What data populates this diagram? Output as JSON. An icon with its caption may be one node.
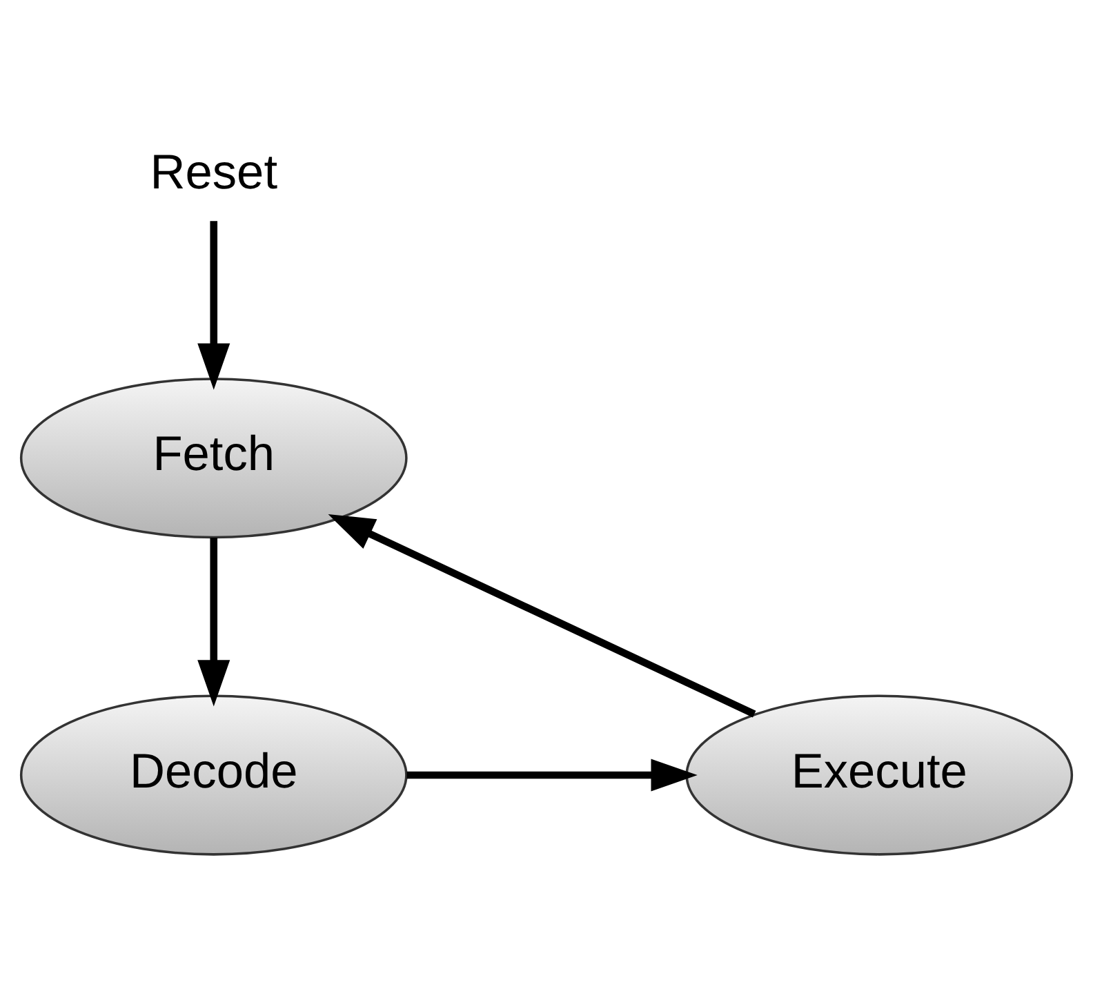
{
  "diagram": {
    "nodes": [
      {
        "text": [
          "Reset"
        ]
      },
      {
        "text": [
          "Fetch"
        ]
      },
      {
        "text": [
          "Decode"
        ]
      },
      {
        "text": [
          "Execute"
        ]
      }
    ],
    "edges": [
      {
        "from": 0,
        "to": 1,
        "arrow": "to"
      },
      {
        "from": 1,
        "to": 2,
        "arrow": "to"
      },
      {
        "from": 2,
        "to": 3,
        "arrow": "to"
      },
      {
        "from": 3,
        "to": 1,
        "arrow": "to"
      }
    ]
  }
}
